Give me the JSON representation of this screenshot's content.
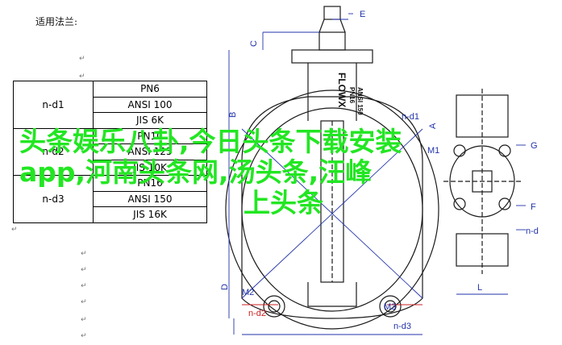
{
  "document": {
    "title": "适用法兰:"
  },
  "spec_table": {
    "groups": [
      {
        "label": "n-d1",
        "standards": [
          "PN6",
          "ANSI 100",
          "JIS 6K"
        ]
      },
      {
        "label": "n-d2",
        "standards": [
          "PN10",
          "ANSI 125",
          "JIS 10K"
        ]
      },
      {
        "label": "n-d3",
        "standards": [
          "PN16",
          "ANSI 150",
          "JIS 16K"
        ]
      }
    ]
  },
  "drawing": {
    "brand": "FLOWX",
    "model_line1": "PN16",
    "model_line2": "ANSI 150",
    "dimension_labels": {
      "E": "E",
      "C": "C",
      "B": "B",
      "A": "A",
      "D": "D",
      "G": "G",
      "F": "F",
      "L": "L",
      "M1": "M1",
      "M2": "M2",
      "M3": "M3",
      "nd1": "n-d1",
      "nd2": "n-d2",
      "nd3": "n-d3",
      "nd_side": "n-d"
    }
  },
  "overlay": {
    "line1": "头条娱乐八卦,今日头条下载安装",
    "line2": "app,河南头条网,汤头条,汪峰",
    "line3": "上头条"
  },
  "colors": {
    "overlay_text": "#22e622",
    "drawing_lines": "#1a1a1a",
    "dimension_blue": "#2233aa",
    "dimension_red": "#cc2222"
  }
}
